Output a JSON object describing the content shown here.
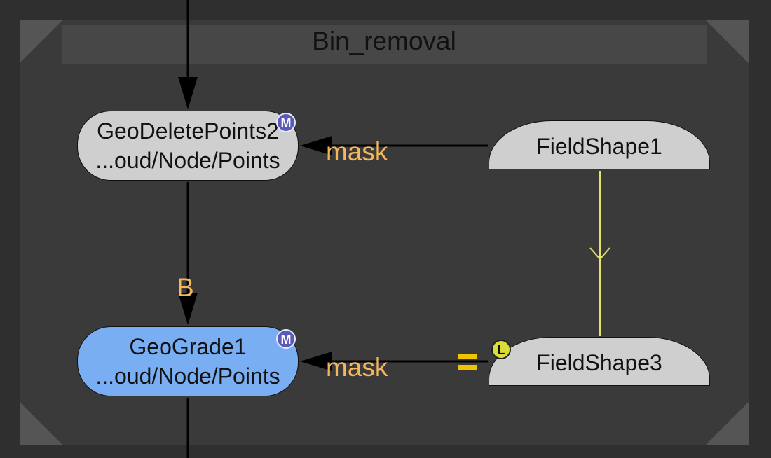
{
  "group": {
    "title": "Bin_removal"
  },
  "nodes": {
    "geo_delete_points": {
      "name": "GeoDeletePoints2",
      "path": "...oud/Node/Points",
      "badge": "M"
    },
    "geo_grade": {
      "name": "GeoGrade1",
      "path": "...oud/Node/Points",
      "badge": "M"
    },
    "field_shape_1": {
      "name": "FieldShape1"
    },
    "field_shape_3": {
      "name": "FieldShape3",
      "badge": "L"
    }
  },
  "edges": {
    "mask_label_top": "mask",
    "mask_label_bottom": "mask",
    "b_label": "B"
  },
  "colors": {
    "background": "#2f2f2f",
    "backdrop": "#3a3a3a",
    "node_gray": "#cfcfcf",
    "node_selected": "#7aaef3",
    "label_orange": "#f5b75c",
    "link_yellow": "#e7e36a",
    "badge_m": "#5a5ab8",
    "badge_l": "#d9dd3a"
  }
}
